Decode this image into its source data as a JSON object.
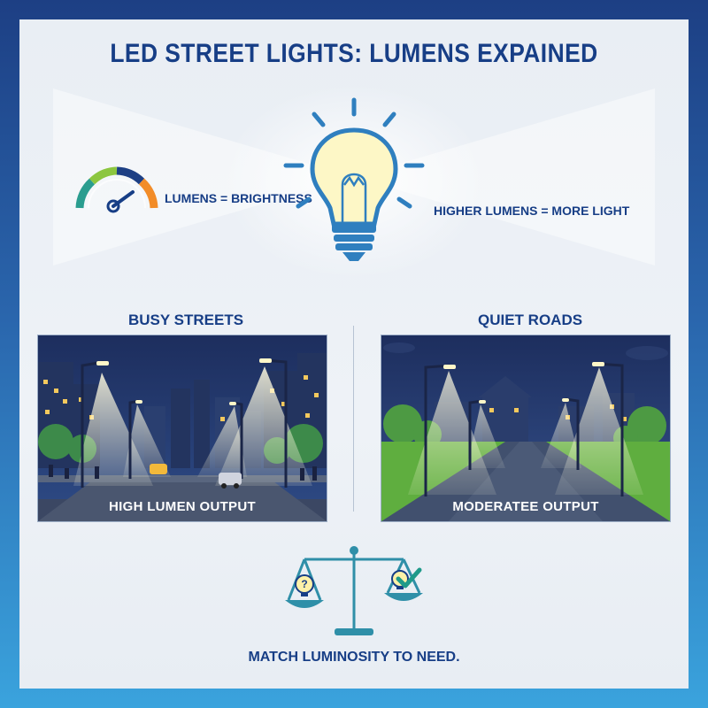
{
  "header": {
    "title": "LED STREET LIGHTS: LUMENS EXPAINED"
  },
  "concept": {
    "gauge_label": "LUMENS = BRIGHTNESS",
    "bulb_label": "HIGHER LUMENS = MORE LIGHT",
    "gauge_colors": [
      "#2a9d8f",
      "#8cc63f",
      "#1d3f84",
      "#f28c28"
    ]
  },
  "scenes": [
    {
      "title": "BUSY STREETS",
      "caption": "HIGH LUMEN OUTPUT"
    },
    {
      "title": "QUIET ROADS",
      "caption": "MODERATEE OUTPUT"
    }
  ],
  "footer": {
    "text": "MATCH LUMINOSITY TO NEED."
  },
  "icons": {
    "scale": "balance-scale-icon",
    "question": "question-bulb-icon",
    "check": "check-bulb-icon"
  },
  "colors": {
    "navy": "#173e86",
    "teal": "#2f8fa8",
    "check": "#1f9a8a"
  }
}
